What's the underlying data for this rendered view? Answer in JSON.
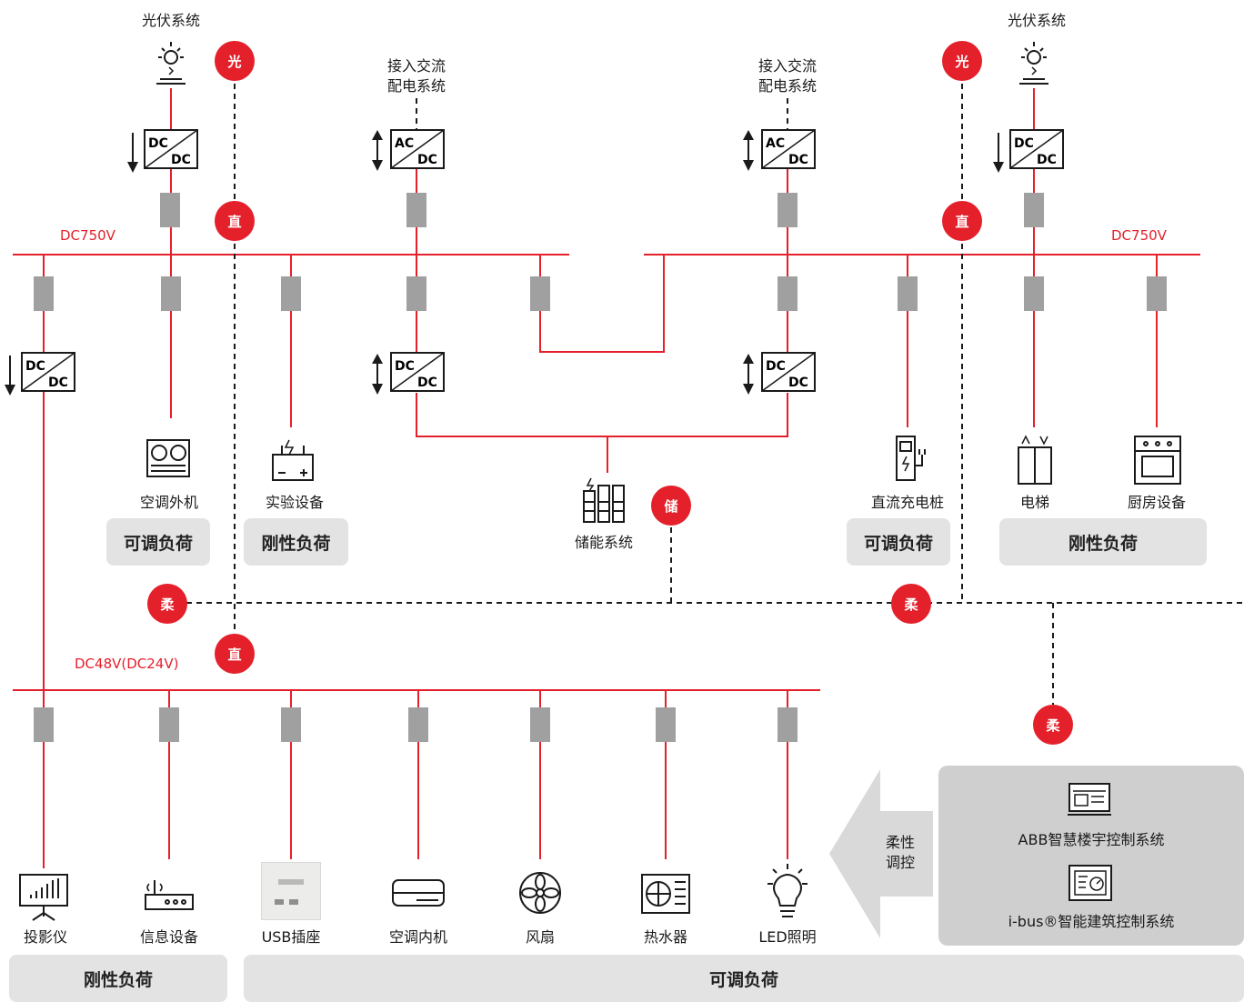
{
  "labels": {
    "pv_left": "光伏系统",
    "pv_right": "光伏系统",
    "ac_left_1": "接入交流",
    "ac_left_2": "配电系统",
    "ac_right_1": "接入交流",
    "ac_right_2": "配电系统",
    "dc750_left": "DC750V",
    "dc750_right": "DC750V",
    "dc48": "DC48V(DC24V)",
    "storage": "储能系统",
    "ac_outdoor": "空调外机",
    "lab_equipment": "实验设备",
    "dc_charger": "直流充电桩",
    "elevator": "电梯",
    "kitchen": "厨房设备",
    "projector": "投影仪",
    "info_device": "信息设备",
    "usb_socket": "USB插座",
    "ac_indoor": "空调内机",
    "fan": "风扇",
    "water_heater": "热水器",
    "led": "LED照明"
  },
  "converters": {
    "dc": "DC",
    "ac": "AC"
  },
  "bubbles": {
    "guang": "光",
    "zhi": "直",
    "chu": "储",
    "rou": "柔"
  },
  "panels": {
    "adjustable_1": "可调负荷",
    "rigid_1": "刚性负荷",
    "adjustable_2": "可调负荷",
    "rigid_2": "刚性负荷",
    "rigid_bottom": "刚性负荷",
    "adjustable_bottom": "可调负荷"
  },
  "control": {
    "arrow_line1": "柔性",
    "arrow_line2": "调控",
    "abb": "ABB智慧楼宇控制系统",
    "ibus": "i-bus®智能建筑控制系统"
  },
  "colors": {
    "red": "#e4202b",
    "gray_block": "#a0a0a0",
    "panel": "#e3e3e3",
    "control_box": "#cfcfcf"
  }
}
